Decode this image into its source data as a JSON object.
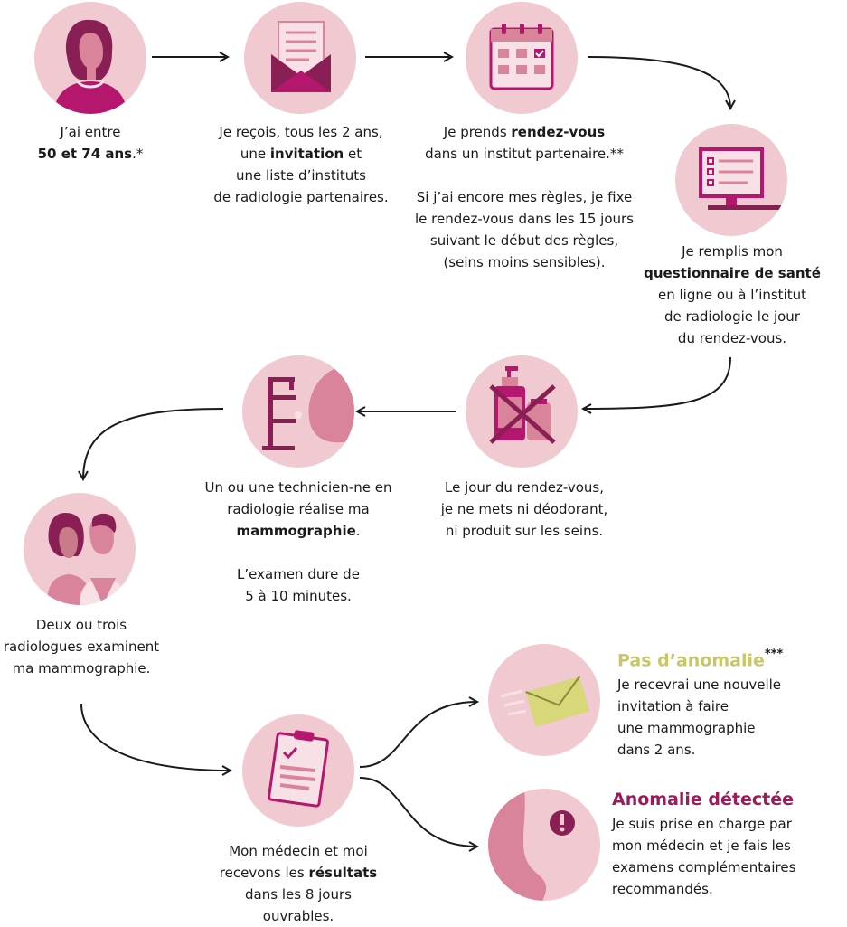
{
  "steps": {
    "age": {
      "l1": "J’ai entre",
      "l2_bold": "50 et 74 ans",
      "l2_rest": ".*"
    },
    "invitation": {
      "l1": "Je reçois, tous les 2 ans,",
      "l2_pre": "une ",
      "l2_bold": "invitation",
      "l2_post": " et",
      "l3": "une liste d’instituts",
      "l4": "de radiologie partenaires."
    },
    "rdv": {
      "l1_pre": "Je prends ",
      "l1_bold": "rendez-vous",
      "l2": "dans un institut partenaire.**",
      "p2_l1": "Si j’ai encore mes règles, je fixe",
      "p2_l2": "le rendez-vous dans les 15 jours",
      "p2_l3": "suivant le début des règles,",
      "p2_l4": "(seins moins sensibles)."
    },
    "questionnaire": {
      "l1": "Je remplis mon",
      "l2_bold": "questionnaire de santé",
      "l3": "en ligne ou à l’institut",
      "l4": "de radiologie le jour",
      "l5": "du rendez-vous."
    },
    "deodorant": {
      "l1": "Le jour du rendez-vous,",
      "l2": "je ne mets ni déodorant,",
      "l3": "ni produit sur les seins."
    },
    "mammographie": {
      "l1": "Un ou une technicien-ne en",
      "l2": "radiologie réalise ma",
      "l3_bold": "mammographie",
      "l3_post": ".",
      "p2_l1": "L’examen dure de",
      "p2_l2": "5 à 10 minutes."
    },
    "radiologues": {
      "l1": "Deux ou trois",
      "l2": "radiologues examinent",
      "l3": "ma mammographie."
    },
    "resultats": {
      "l1": "Mon médecin et moi",
      "l2_pre": "recevons les ",
      "l2_bold": "résultats",
      "l3": "dans les 8 jours",
      "l4": "ouvrables."
    }
  },
  "outcomes": {
    "ok": {
      "title": "Pas d’anomalie",
      "title_mark": "***",
      "l1": "Je recevrai une nouvelle",
      "l2": "invitation à faire",
      "l3": "une mammographie",
      "l4": "dans 2 ans."
    },
    "bad": {
      "title": "Anomalie détectée",
      "l1": "Je suis prise en charge par",
      "l2": "mon médecin et je fais les",
      "l3": "examens complémentaires",
      "l4": "recommandés."
    }
  },
  "colors": {
    "circle": "#f0c9d1",
    "magenta": "#b5176f",
    "plum": "#8a1f55",
    "pink": "#d9849a",
    "light": "#f8e1e6",
    "ok_title": "#c9c66a",
    "bad_title": "#9b1c5b"
  },
  "icons": [
    "woman-avatar-icon",
    "envelope-letter-icon",
    "calendar-icon",
    "computer-form-icon",
    "no-deodorant-icon",
    "mammography-machine-icon",
    "radiologists-icon",
    "clipboard-checklist-icon",
    "yellow-envelope-icon",
    "breast-alert-icon"
  ]
}
